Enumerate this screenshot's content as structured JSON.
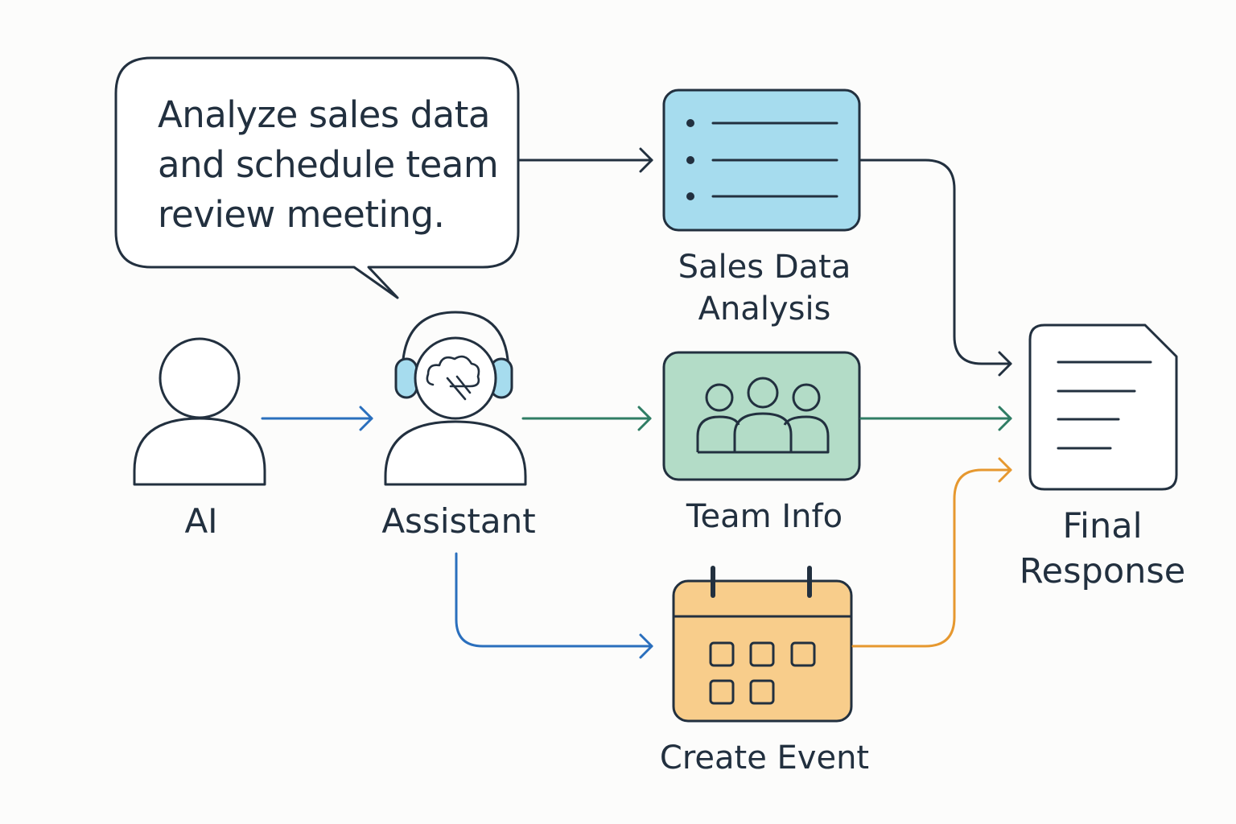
{
  "colors": {
    "stroke": "#22303f",
    "blue": "#2a6fbd",
    "green": "#2f7d64",
    "orange": "#e6982f",
    "sales_fill": "#a6dcee",
    "team_fill": "#b3dcc7",
    "event_fill": "#f8cd8b",
    "headset_fill": "#a6dcee"
  },
  "bubble": {
    "text": "Analyze sales data\nand schedule team\nreview meeting."
  },
  "nodes": {
    "ai": {
      "label": "AI",
      "icon": "user-icon"
    },
    "assistant": {
      "label": "Assistant",
      "icon": "assistant-headset-icon"
    },
    "sales": {
      "label": "Sales Data\nAnalysis",
      "icon": "list-icon"
    },
    "team": {
      "label": "Team Info",
      "icon": "team-icon"
    },
    "event": {
      "label": "Create Event",
      "icon": "calendar-icon"
    },
    "final": {
      "label": "Final\nResponse",
      "icon": "document-icon"
    }
  }
}
